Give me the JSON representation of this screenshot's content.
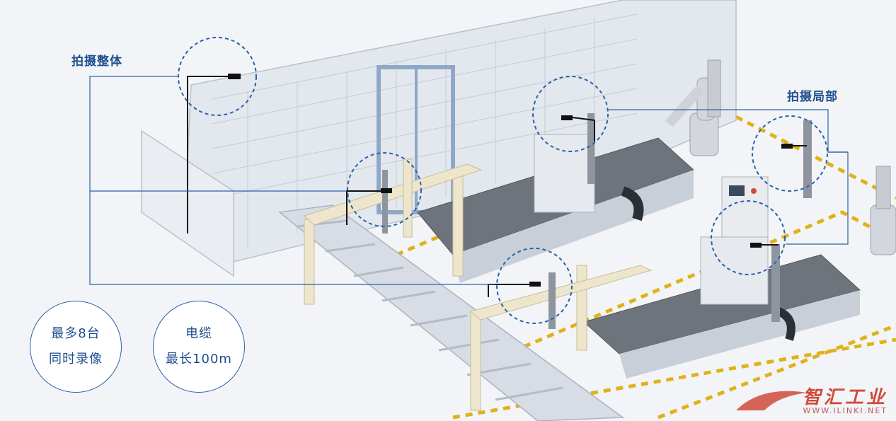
{
  "callouts": {
    "overall_label": "拍摄整体",
    "local_label": "拍摄局部"
  },
  "badges": {
    "max_units": [
      "最多8台",
      "同时录像"
    ],
    "cable": [
      "电缆",
      "最长100m"
    ]
  },
  "watermark": {
    "title": "智汇工业",
    "url": "WWW.ILINKI.NET"
  },
  "colors": {
    "accent": "#2a62a8",
    "text": "#1e4f8f",
    "hazard": "#e0b21a",
    "watermark": "#d04a3c"
  },
  "icons": [
    "camera-icon",
    "robot-arm-icon",
    "conveyor-icon",
    "storage-rack-icon"
  ]
}
